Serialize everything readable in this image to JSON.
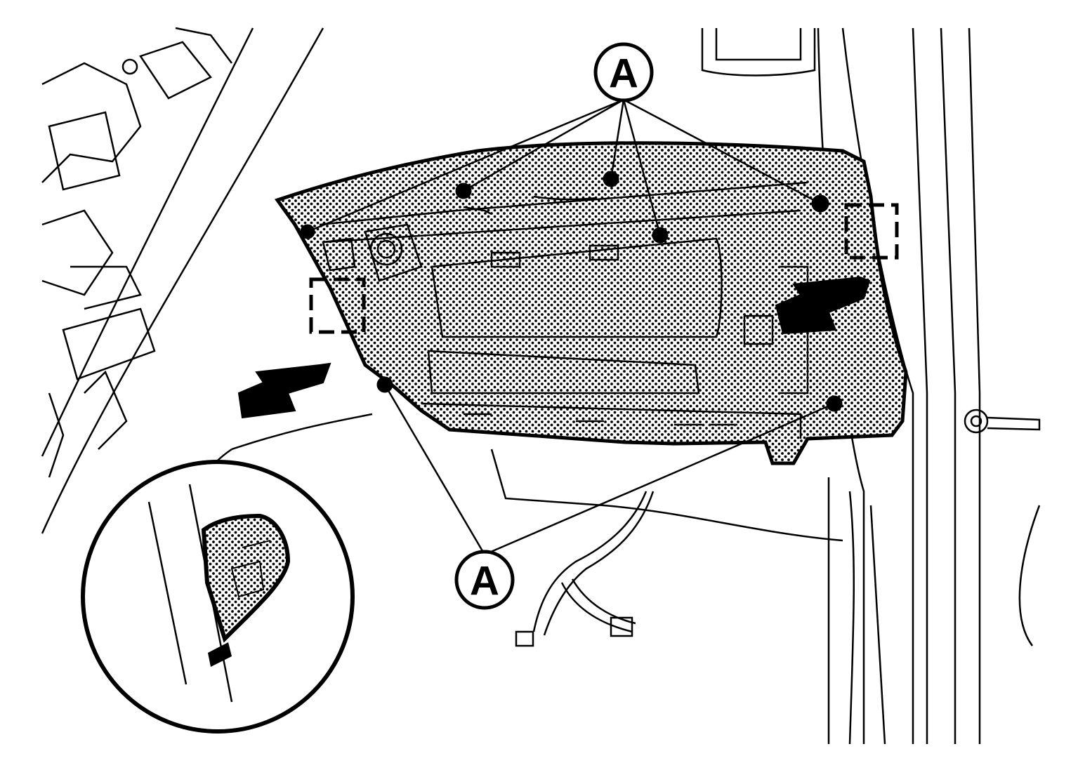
{
  "callouts": {
    "top_label": "A",
    "bottom_label": "A"
  },
  "colors": {
    "ink": "#000000",
    "paper": "#ffffff"
  },
  "arrows": {
    "count": 2,
    "direction": "down-left"
  },
  "icons": [
    "clip-location-marker",
    "removal-direction-arrow",
    "detail-magnifier-circle"
  ]
}
